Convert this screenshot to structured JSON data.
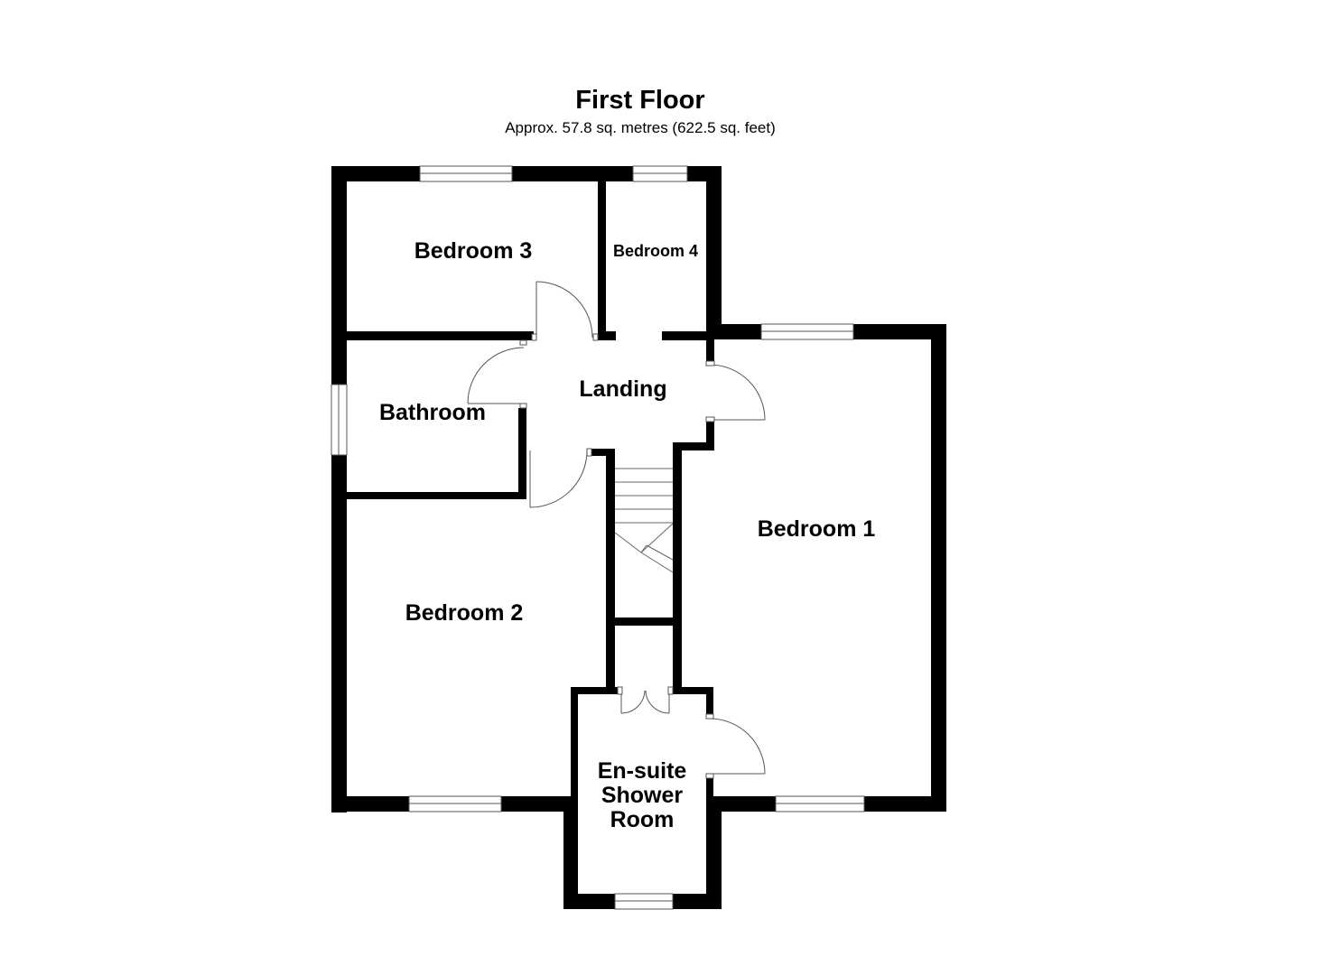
{
  "header": {
    "title": "First Floor",
    "subtitle": "Approx. 57.8 sq. metres (622.5 sq. feet)"
  },
  "rooms": {
    "bedroom3": "Bedroom 3",
    "bedroom4": "Bedroom 4",
    "landing": "Landing",
    "bathroom": "Bathroom",
    "bedroom1": "Bedroom 1",
    "bedroom2": "Bedroom 2",
    "ensuite_line1": "En-suite",
    "ensuite_line2": "Shower",
    "ensuite_line3": "Room"
  }
}
